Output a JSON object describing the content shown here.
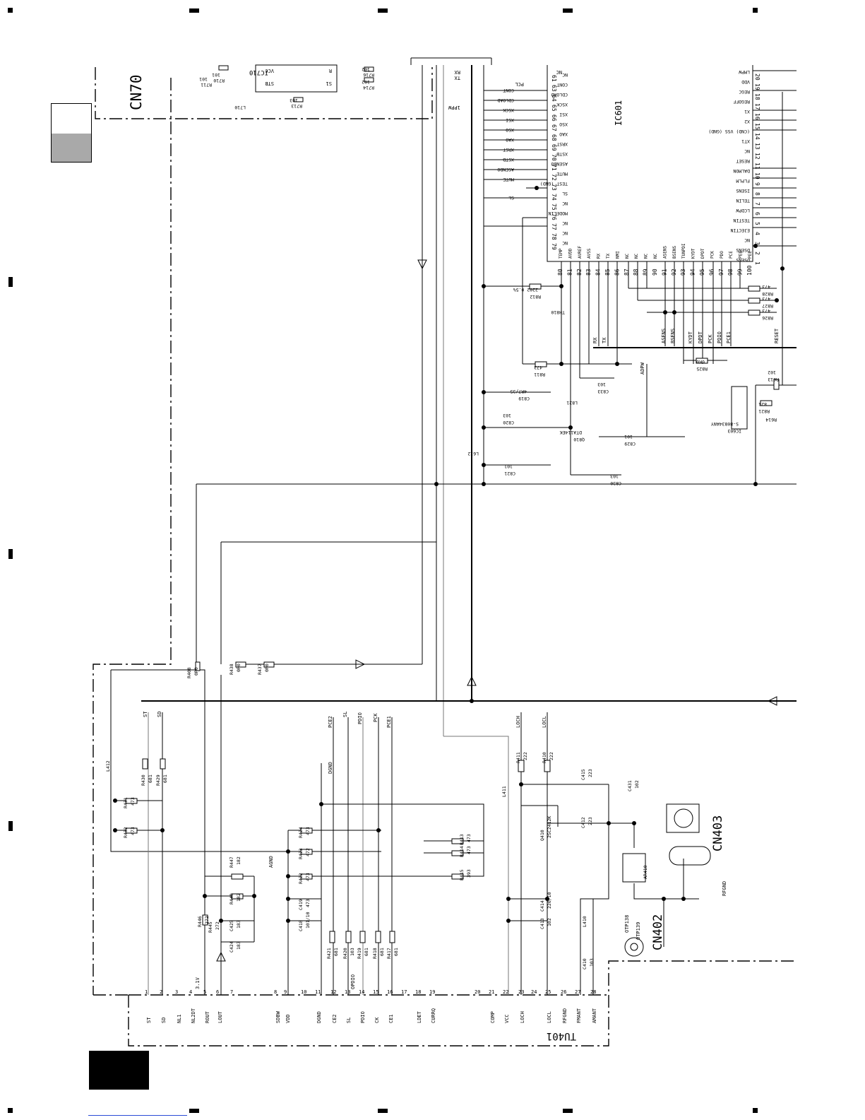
{
  "header_connector": "CN70",
  "ic_main": {
    "ref": "IC601",
    "top_pins": [
      {
        "num": "80",
        "name": "TEMP"
      },
      {
        "num": "81",
        "name": "AVDD"
      },
      {
        "num": "82",
        "name": "AVREF"
      },
      {
        "num": "83",
        "name": "AVSS"
      },
      {
        "num": "84",
        "name": "RX"
      },
      {
        "num": "85",
        "name": "TX"
      },
      {
        "num": "86",
        "name": "NMI"
      },
      {
        "num": "87",
        "name": "NC"
      },
      {
        "num": "88",
        "name": "NC"
      },
      {
        "num": "89",
        "name": "NC"
      },
      {
        "num": "90",
        "name": "NC"
      },
      {
        "num": "91",
        "name": "ASENS"
      },
      {
        "num": "92",
        "name": "BSENS"
      },
      {
        "num": "93",
        "name": "TUNPDI"
      },
      {
        "num": "94",
        "name": "KYDT"
      },
      {
        "num": "95",
        "name": "DPDT"
      },
      {
        "num": "96",
        "name": "PCK"
      },
      {
        "num": "97",
        "name": "PDO"
      },
      {
        "num": "98",
        "name": "PCE"
      },
      {
        "num": "99",
        "name": "PEE"
      },
      {
        "num": "100",
        "name": "PEE"
      }
    ],
    "left_pins": [
      {
        "num": "61",
        "name": "NC"
      },
      {
        "num": "63",
        "name": "CONT"
      },
      {
        "num": "64",
        "name": "CDLOAD"
      },
      {
        "num": "65",
        "name": "XSCK"
      },
      {
        "num": "66",
        "name": "XSI"
      },
      {
        "num": "67",
        "name": "XSO"
      },
      {
        "num": "68",
        "name": "XAO"
      },
      {
        "num": "69",
        "name": "XRST"
      },
      {
        "num": "70",
        "name": "XSTB"
      },
      {
        "num": "71",
        "name": "ASENBO"
      },
      {
        "num": "72",
        "name": "MUTE"
      },
      {
        "num": "73",
        "name": "TEST (GND)"
      },
      {
        "num": "74",
        "name": "SL"
      },
      {
        "num": "75",
        "name": "NC"
      },
      {
        "num": "76",
        "name": "MODELIN"
      },
      {
        "num": "77",
        "name": "NC"
      },
      {
        "num": "78",
        "name": "NC"
      },
      {
        "num": "79",
        "name": "NC"
      }
    ],
    "right_pins": [
      {
        "num": "20",
        "name": "LMPW"
      },
      {
        "num": "19",
        "name": "VDD"
      },
      {
        "num": "18",
        "name": "REGC"
      },
      {
        "num": "17",
        "name": "REGOFF"
      },
      {
        "num": "16",
        "name": "X1"
      },
      {
        "num": "15",
        "name": "X2"
      },
      {
        "num": "14",
        "name": "(CND) VSS (GND)"
      },
      {
        "num": "13",
        "name": "XT1"
      },
      {
        "num": "12",
        "name": "NC"
      },
      {
        "num": "11",
        "name": "RESET"
      },
      {
        "num": "10",
        "name": "DALMON"
      },
      {
        "num": "9",
        "name": "FLPLM"
      },
      {
        "num": "8",
        "name": "ISENS"
      },
      {
        "num": "7",
        "name": "TELIN"
      },
      {
        "num": "6",
        "name": "LCDPW"
      },
      {
        "num": "5",
        "name": "TESTIN"
      },
      {
        "num": "4",
        "name": "EJECTIN"
      },
      {
        "num": "3",
        "name": "NC"
      },
      {
        "num": "2",
        "name": "DSENS"
      },
      {
        "num": "1",
        "name": "DSENS"
      }
    ],
    "bus_labels": [
      "CONT",
      "CDLOAD",
      "XSCK",
      "XSI",
      "XSO",
      "XAO",
      "XRST",
      "XSTB",
      "ASENBO",
      "MUTE",
      "SL"
    ]
  },
  "ic_standby": {
    "ref": "IC710",
    "pins": [
      "VCC",
      "STB",
      "S1",
      "R"
    ]
  },
  "top_resistors": [
    {
      "ref": "R711",
      "value": "101"
    },
    {
      "ref": "R710",
      "value": "101"
    },
    {
      "ref": "L710",
      "value": ""
    },
    {
      "ref": "R713",
      "value": "103"
    },
    {
      "ref": "R716",
      "value": "102"
    },
    {
      "ref": "R714",
      "value": "102"
    }
  ],
  "mid_labels": [
    "1PPW",
    "RX",
    "TX",
    "PCL",
    "NC"
  ],
  "mid_parts": [
    {
      "ref": "R812",
      "value": "2202 0.5%"
    },
    {
      "ref": "TH810",
      "value": ""
    },
    {
      "ref": "R811",
      "value": "473"
    },
    {
      "ref": "C833",
      "value": "103"
    },
    {
      "ref": "L821",
      "value": ""
    },
    {
      "ref": "C819",
      "value": "4R7/35"
    },
    {
      "ref": "C820",
      "value": "103"
    },
    {
      "ref": "L612",
      "value": ""
    },
    {
      "ref": "C821",
      "value": "101"
    },
    {
      "ref": "C830",
      "value": "103"
    },
    {
      "ref": "Q810",
      "value": "DTA114EK"
    },
    {
      "ref": "C829",
      "value": "101"
    },
    {
      "ref": "R828",
      "value": "473"
    },
    {
      "ref": "R827",
      "value": "473"
    },
    {
      "ref": "R826",
      "value": "473"
    },
    {
      "ref": "R825",
      "value": "0R0"
    },
    {
      "ref": "R613",
      "value": "102"
    },
    {
      "ref": "R821",
      "value": "821"
    },
    {
      "ref": "R614",
      "value": ""
    },
    {
      "ref": "IC603",
      "value": "S-80834ANY"
    }
  ],
  "mid_signals": [
    "RX",
    "TX",
    "ADPW",
    "ASENS",
    "BSENS",
    "KYDT",
    "DPDT",
    "PCK",
    "PDIO",
    "PCE1",
    "RESET"
  ],
  "tuner_parts": [
    {
      "ref": "R408",
      "value": "0R0"
    },
    {
      "ref": "R438",
      "value": "0R0"
    },
    {
      "ref": "R437",
      "value": "0R0"
    },
    {
      "ref": "L412",
      "value": ""
    },
    {
      "ref": "R430",
      "value": "681"
    },
    {
      "ref": "R429",
      "value": "681"
    },
    {
      "ref": "R431",
      "value": "473"
    },
    {
      "ref": "R432",
      "value": "473"
    },
    {
      "ref": "R424",
      "value": "473"
    },
    {
      "ref": "R423",
      "value": "472"
    },
    {
      "ref": "R422",
      "value": "473"
    },
    {
      "ref": "C419",
      "value": "473"
    },
    {
      "ref": "C418",
      "value": "101/10"
    },
    {
      "ref": "R413",
      "value": "473"
    },
    {
      "ref": "R414",
      "value": "473"
    },
    {
      "ref": "R415",
      "value": "393"
    },
    {
      "ref": "R447",
      "value": "182"
    },
    {
      "ref": "R448",
      "value": "182"
    },
    {
      "ref": "R446",
      "value": "272"
    },
    {
      "ref": "R445",
      "value": "272"
    },
    {
      "ref": "C425",
      "value": "183"
    },
    {
      "ref": "C424",
      "value": "183"
    },
    {
      "ref": "R421",
      "value": "681"
    },
    {
      "ref": "R420",
      "value": "103"
    },
    {
      "ref": "R419",
      "value": "681"
    },
    {
      "ref": "R418",
      "value": "681"
    },
    {
      "ref": "R417",
      "value": "681"
    },
    {
      "ref": "L411",
      "value": ""
    },
    {
      "ref": "R411",
      "value": "222"
    },
    {
      "ref": "R410",
      "value": "222"
    },
    {
      "ref": "C415",
      "value": "223"
    },
    {
      "ref": "C412",
      "value": "223"
    },
    {
      "ref": "Q410",
      "value": "2SC2412K"
    },
    {
      "ref": "C431",
      "value": "102"
    },
    {
      "ref": "C414",
      "value": "220/10"
    },
    {
      "ref": "C413",
      "value": "102"
    },
    {
      "ref": "AR410",
      "value": ""
    },
    {
      "ref": "L410",
      "value": ""
    },
    {
      "ref": "C410",
      "value": "103"
    },
    {
      "ref": "CN403",
      "value": ""
    },
    {
      "ref": "CN402",
      "value": ""
    }
  ],
  "tuner_signals": [
    "ST",
    "SD",
    "PCE2",
    "SL",
    "PDIO",
    "PCK",
    "PCE1",
    "LOCH",
    "LOCL",
    "DGND",
    "AGND",
    "RFGND",
    "3.1V",
    "OPDIO",
    "OTP138",
    "OTP139"
  ],
  "tuner_module": {
    "ref": "TU401",
    "pin_nums": [
      "1",
      "2",
      "3",
      "4",
      "5",
      "6",
      "7",
      "8",
      "9",
      "10",
      "11",
      "12",
      "13",
      "14",
      "15",
      "16",
      "17",
      "18",
      "19",
      "20",
      "21",
      "22",
      "23",
      "24",
      "25",
      "26",
      "27",
      "28"
    ],
    "pin_names": [
      "ST",
      "SD",
      "NL1",
      "NL2DT",
      "ROUT",
      "LOUT",
      "",
      "SDBW",
      "VDD",
      "",
      "DGND",
      "CE2",
      "SL",
      "PDIO",
      "CK",
      "CE1",
      "",
      "LDET",
      "CURRQ",
      "",
      "COMP",
      "VCC",
      "LOCH",
      "",
      "LOCL",
      "RFGND",
      "FMANT",
      "AMANT"
    ]
  }
}
